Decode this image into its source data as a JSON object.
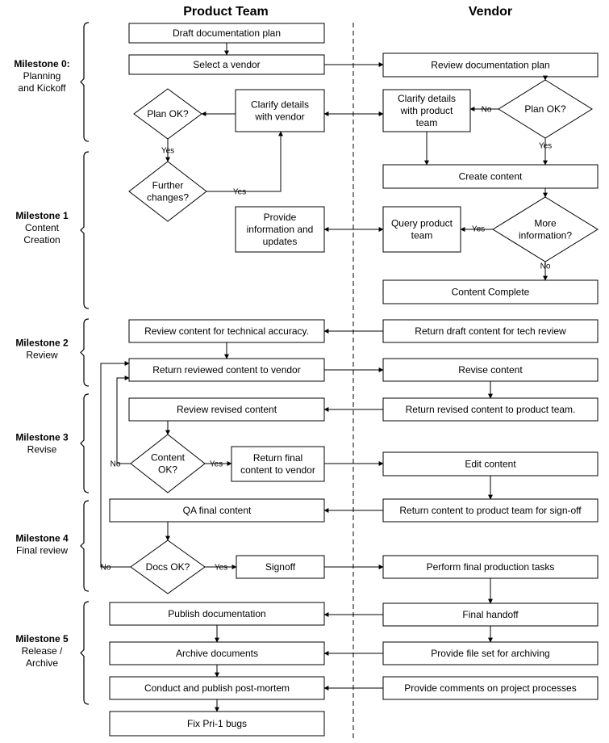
{
  "headers": {
    "product_team": "Product Team",
    "vendor": "Vendor"
  },
  "milestones": [
    {
      "title": "Milestone 0:",
      "subtitle": [
        "Planning",
        "and Kickoff"
      ]
    },
    {
      "title": "Milestone 1",
      "subtitle": [
        "Content",
        "Creation"
      ]
    },
    {
      "title": "Milestone 2",
      "subtitle": [
        "Review"
      ]
    },
    {
      "title": "Milestone 3",
      "subtitle": [
        "Revise"
      ]
    },
    {
      "title": "Milestone 4",
      "subtitle": [
        "Final review"
      ]
    },
    {
      "title": "Milestone 5",
      "subtitle": [
        "Release /",
        "Archive"
      ]
    }
  ],
  "nodes": {
    "draft_plan": [
      "Draft documentation plan"
    ],
    "select_vendor": [
      "Select a vendor"
    ],
    "review_plan": [
      "Review documentation plan"
    ],
    "pt_plan_ok": [
      "Plan OK?"
    ],
    "clarify_vendor": [
      "Clarify details",
      "with vendor"
    ],
    "clarify_product": [
      "Clarify details",
      "with product",
      "team"
    ],
    "v_plan_ok": [
      "Plan OK?"
    ],
    "create_content": [
      "Create content"
    ],
    "further_changes": [
      "Further",
      "changes?"
    ],
    "provide_info": [
      "Provide",
      "information and",
      "updates"
    ],
    "query_team": [
      "Query product",
      "team"
    ],
    "more_info": [
      "More",
      "information?"
    ],
    "content_complete": [
      "Content Complete"
    ],
    "review_accuracy": [
      "Review content for technical accuracy."
    ],
    "return_draft": [
      "Return draft content for tech review"
    ],
    "return_reviewed": [
      "Return reviewed content to vendor"
    ],
    "revise_content": [
      "Revise content"
    ],
    "review_revised": [
      "Review revised content"
    ],
    "return_revised": [
      "Return revised content to product team."
    ],
    "content_ok": [
      "Content",
      "OK?"
    ],
    "return_final": [
      "Return final",
      "content to vendor"
    ],
    "edit_content": [
      "Edit content"
    ],
    "qa_final": [
      "QA final content"
    ],
    "return_signoff": [
      "Return content to product team for sign-off"
    ],
    "docs_ok": [
      "Docs OK?"
    ],
    "signoff": [
      "Signoff"
    ],
    "final_production": [
      "Perform final production tasks"
    ],
    "publish_docs": [
      "Publish documentation"
    ],
    "final_handoff": [
      "Final handoff"
    ],
    "archive_docs": [
      "Archive documents"
    ],
    "provide_fileset": [
      "Provide file set for archiving"
    ],
    "post_mortem": [
      "Conduct and publish post-mortem"
    ],
    "provide_comments": [
      "Provide comments on project processes"
    ],
    "fix_bugs": [
      "Fix Pri-1 bugs"
    ]
  },
  "edge_labels": {
    "yes": "Yes",
    "no": "No"
  }
}
